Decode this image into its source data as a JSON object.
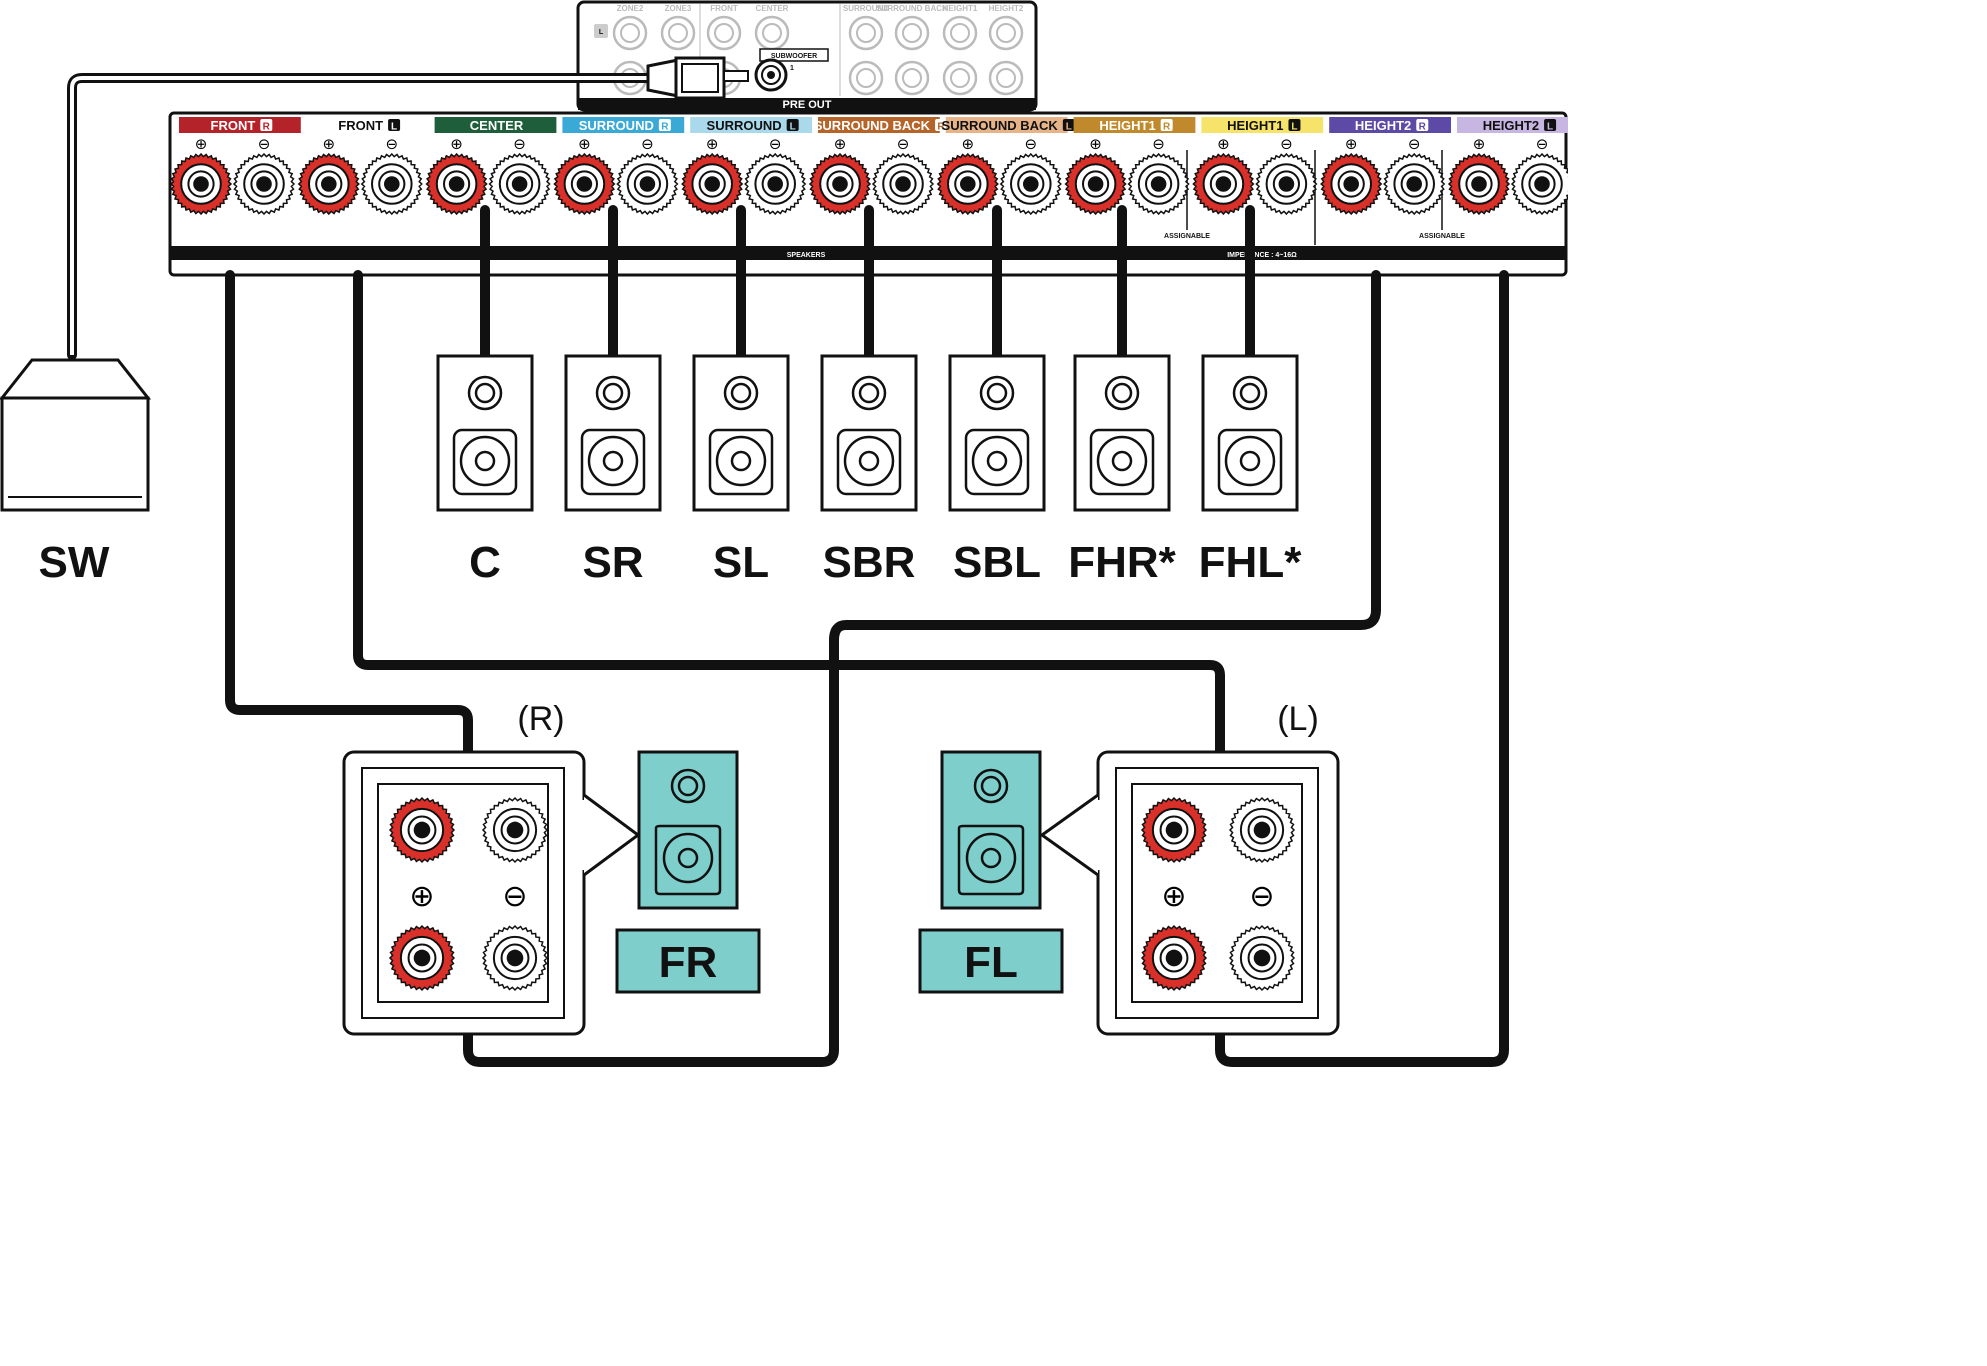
{
  "pre_out": {
    "title": "PRE OUT",
    "subwoofer": "SUBWOOFER",
    "sub_number": "1",
    "side_mark": "L",
    "labels": [
      "ZONE2",
      "ZONE3",
      "FRONT",
      "CENTER",
      "SURROUND",
      "SURROUND BACK",
      "HEIGHT1",
      "HEIGHT2"
    ]
  },
  "speaker_panel": {
    "terminals": [
      {
        "label": "FRONT",
        "side": "R",
        "color": "#b5232a",
        "text_color": "#ffffff"
      },
      {
        "label": "FRONT",
        "side": "L",
        "color": "#ffffff",
        "text_color": "#111111"
      },
      {
        "label": "CENTER",
        "side": "",
        "color": "#1e5e3a",
        "text_color": "#ffffff"
      },
      {
        "label": "SURROUND",
        "side": "R",
        "color": "#3aa9d6",
        "text_color": "#ffffff"
      },
      {
        "label": "SURROUND",
        "side": "L",
        "color": "#a9d9ea",
        "text_color": "#111111"
      },
      {
        "label": "SURROUND BACK",
        "side": "R",
        "color": "#b5652a",
        "text_color": "#ffffff"
      },
      {
        "label": "SURROUND BACK",
        "side": "L",
        "color": "#e7b489",
        "text_color": "#111111"
      },
      {
        "label": "HEIGHT1",
        "side": "R",
        "color": "#c08a2c",
        "text_color": "#ffffff"
      },
      {
        "label": "HEIGHT1",
        "side": "L",
        "color": "#f5e36a",
        "text_color": "#111111"
      },
      {
        "label": "HEIGHT2",
        "side": "R",
        "color": "#5d4aa6",
        "text_color": "#ffffff"
      },
      {
        "label": "HEIGHT2",
        "side": "L",
        "color": "#c8b6e2",
        "text_color": "#111111"
      }
    ],
    "speakers_label": "SPEAKERS",
    "assignable_label": "ASSIGNABLE",
    "impedance_label": "IMPEDANCE : 4~16Ω",
    "plus": "⊕",
    "minus": "⊖"
  },
  "subwoofer": {
    "label": "SW"
  },
  "speakers": [
    {
      "id": "C",
      "label": "C"
    },
    {
      "id": "SR",
      "label": "SR"
    },
    {
      "id": "SL",
      "label": "SL"
    },
    {
      "id": "SBR",
      "label": "SBR"
    },
    {
      "id": "SBL",
      "label": "SBL"
    },
    {
      "id": "FHR",
      "label": "FHR*"
    },
    {
      "id": "FHL",
      "label": "FHL*"
    }
  ],
  "front_right": {
    "side": "(R)",
    "label": "FR",
    "plus": "⊕",
    "minus": "⊖"
  },
  "front_left": {
    "side": "(L)",
    "label": "FL",
    "plus": "⊕",
    "minus": "⊖"
  },
  "colors": {
    "highlight": "#7ecfcc",
    "positive": "#d9302a",
    "negative": "#ffffff",
    "line": "#111111"
  }
}
